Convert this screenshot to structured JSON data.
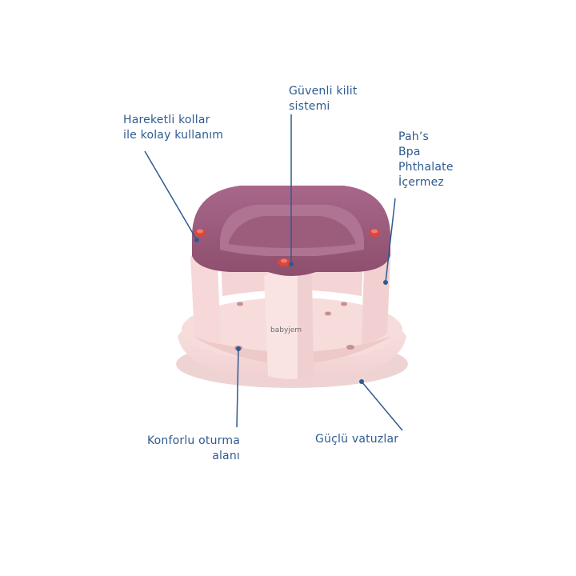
{
  "brand": "babyjem",
  "colors": {
    "callout_text": "#2e5b8f",
    "callout_line": "#2e5b8f",
    "seat_body": "#f6d9d9",
    "ring": "#9b5a78",
    "accent_red": "#e0453a"
  },
  "callouts": {
    "arms": {
      "line1": "Hareketli kollar",
      "line2": "ile kolay kullanım"
    },
    "lock": {
      "line1": "Güvenli kilit",
      "line2": "sistemi"
    },
    "free": {
      "line1": "Pah’s",
      "line2": "Bpa",
      "line3": "Phthalate",
      "line4": "İçermez"
    },
    "seat": {
      "line1": "Konforlu oturma",
      "line2": "alanı"
    },
    "suction": {
      "line1": "Güçlü vatuzlar"
    }
  }
}
